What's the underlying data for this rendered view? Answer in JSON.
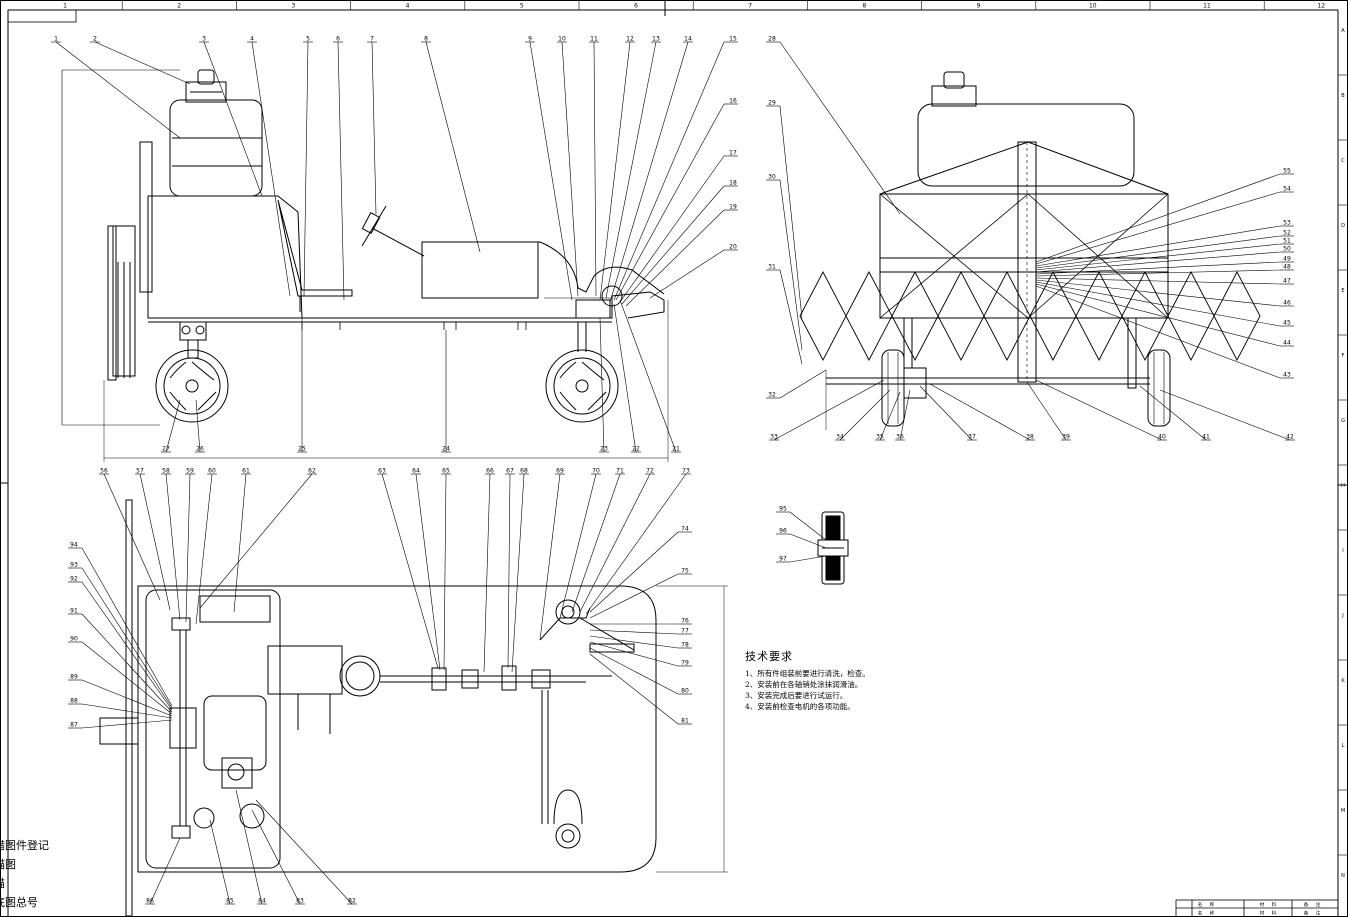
{
  "top_zones": [
    "1",
    "2",
    "3",
    "4",
    "5",
    "6",
    "7",
    "8",
    "9",
    "10",
    "11",
    "12"
  ],
  "right_zones": [
    "A",
    "B",
    "C",
    "D",
    "E",
    "F",
    "G",
    "H",
    "I",
    "J",
    "K",
    "L",
    "M",
    "N"
  ],
  "callouts": {
    "side": [
      "1",
      "2",
      "3",
      "4",
      "5",
      "6",
      "7",
      "8",
      "9",
      "10",
      "11",
      "12",
      "13",
      "14",
      "15",
      "16",
      "17",
      "18",
      "19",
      "20"
    ],
    "side_bottom": [
      "27",
      "26",
      "25",
      "24",
      "23",
      "22",
      "21"
    ],
    "front_left": [
      "28",
      "29",
      "30",
      "31",
      "32"
    ],
    "front_bottom": [
      "33",
      "34",
      "35",
      "36",
      "37",
      "38",
      "39",
      "40",
      "41",
      "42"
    ],
    "front_right": [
      "55",
      "54",
      "53",
      "52",
      "51",
      "50",
      "49",
      "48",
      "47",
      "46",
      "45",
      "44",
      "43"
    ],
    "detail": [
      "95",
      "96",
      "97"
    ],
    "plan_top": [
      "56",
      "57",
      "58",
      "59",
      "60",
      "61",
      "62",
      "63",
      "64",
      "65",
      "66",
      "67",
      "68",
      "69",
      "70",
      "71",
      "72",
      "73"
    ],
    "plan_right": [
      "74",
      "75",
      "76",
      "77",
      "78",
      "79",
      "80",
      "81"
    ],
    "plan_left": [
      "94",
      "93",
      "92",
      "91",
      "90",
      "89",
      "88",
      "87"
    ],
    "plan_bottom": [
      "86",
      "85",
      "84",
      "83",
      "82"
    ]
  },
  "tech_requirements": {
    "title": "技术要求",
    "items": [
      "1、所有件组装前要进行清洗，检查。",
      "2、安装前在各轴销处涂抹润滑油。",
      "3、安装完成后要进行试运行。",
      "4、安装前检查电机的各项功能。"
    ]
  },
  "side_register": [
    "借图件登记",
    "描图",
    "描",
    "底图总号"
  ],
  "title_block": {
    "row1": [
      "名",
      "称",
      "材",
      "料",
      "备",
      "注"
    ],
    "row2": [
      "名",
      "称",
      "材",
      "料",
      "备",
      "注"
    ]
  }
}
